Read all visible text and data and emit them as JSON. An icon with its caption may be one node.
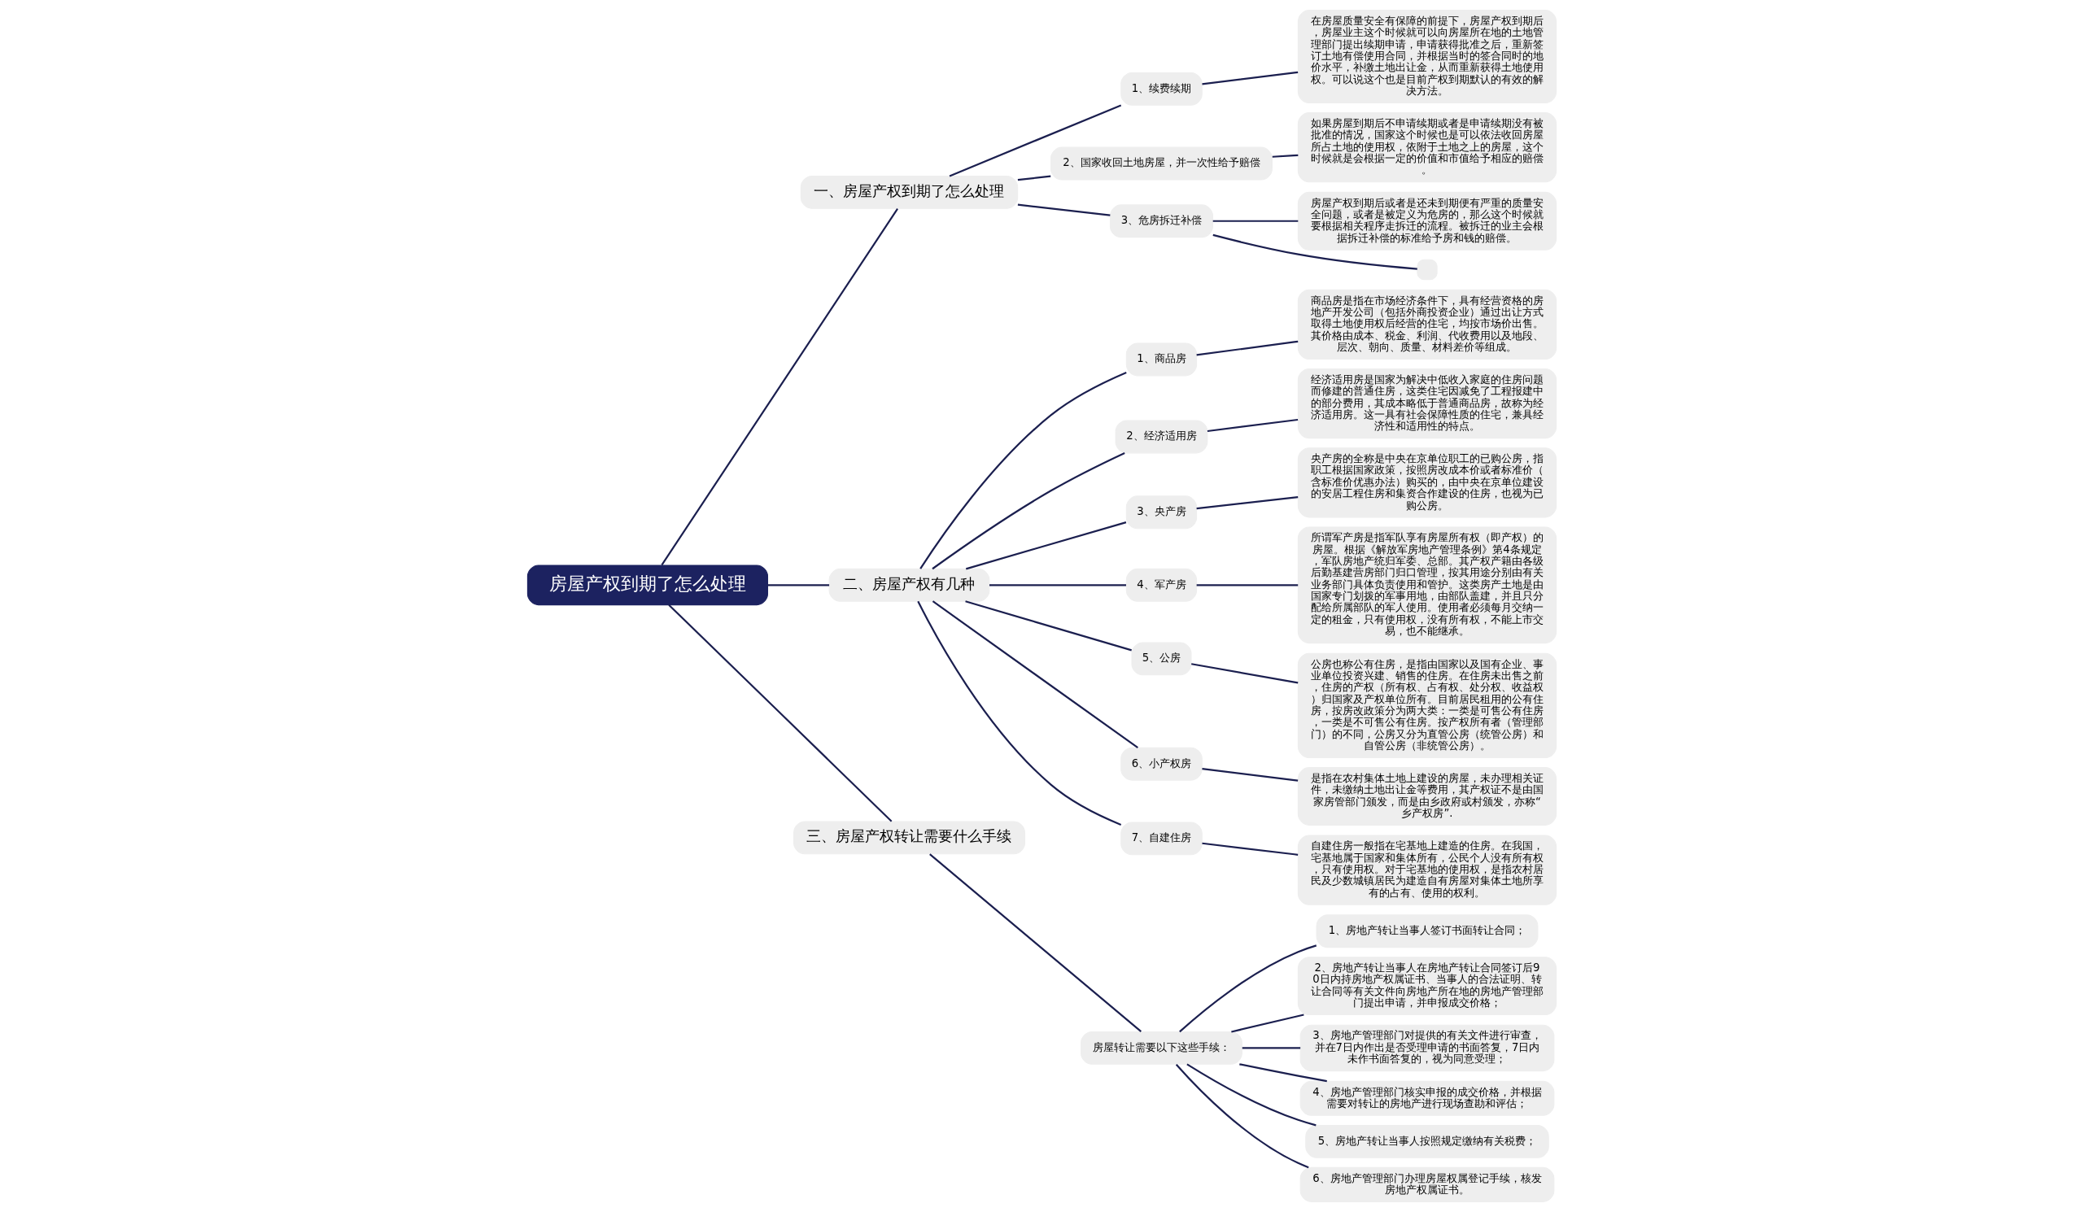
{
  "diagram": {
    "nodes": [
      {
        "text": [
          "房屋产权到期了怎么处理"
        ]
      },
      {
        "text": [
          "一、房屋产权到期了怎么处理"
        ]
      },
      {
        "text": [
          "1、续费续期"
        ]
      },
      {
        "text": [
          "在房屋质量安全有保障的前提下，房屋产权到期后，房屋业主这个时候就可以向房屋所在地的土地管理部门提出续期申请，申请获得批准之后，重新签订土地有偿使用合同，并根据当时的签合同时的地价水平，补缴土地出让金，从而重新获得土地使用权。可以说这个也是目前产权到期默认的有效的解决方法。"
        ]
      },
      {
        "text": [
          "2、国家收回土地房屋，并一次性给予赔偿"
        ]
      },
      {
        "text": [
          "如果房屋到期后不申请续期或者是申请续期没有被批准的情况，国家这个时候也是可以依法收回房屋所占土地的使用权，依附于土地之上的房屋，这个时候就是会根据一定的价值和市值给予相应的赔偿。"
        ]
      },
      {
        "text": [
          "3、危房拆迁补偿"
        ]
      },
      {
        "text": [
          "房屋产权到期后或者是还未到期便有严重的质量安全问题，或者是被定义为危房的，那么这个时候就要根据相关程序走拆迁的流程。被拆迁的业主会根据拆迁补偿的标准给予房和钱的赔偿。"
        ]
      },
      {
        "text": [],
        "shape": "box"
      },
      {
        "text": [
          "二、房屋产权有几种"
        ]
      },
      {
        "text": [
          "1、商品房"
        ]
      },
      {
        "text": [
          "商品房是指在市场经济条件下，具有经营资格的房地产开发公司（包括外商投资企业）通过出让方式取得土地使用权后经营的住宅，均按市场价出售。其价格由成本、税金、利润、代收费用以及地段、层次、朝向、质量、材料差价等组成。"
        ]
      },
      {
        "text": [
          "2、经济适用房"
        ]
      },
      {
        "text": [
          "经济适用房是国家为解决中低收入家庭的住房问题而修建的普通住房，这类住宅因减免了工程报建中的部分费用，其成本略低于普通商品房，故称为经济适用房。这一具有社会保障性质的住宅，兼具经济性和适用性的特点。"
        ]
      },
      {
        "text": [
          "3、央产房"
        ]
      },
      {
        "text": [
          "央产房的全称是中央在京单位职工的已购公房，指职工根据国家政策，按照房改成本价或者标准价（含标准价优惠办法）购买的，由中央在京单位建设的安居工程住房和集资合作建设的住房，也视为已购公房。"
        ]
      },
      {
        "text": [
          "4、军产房"
        ]
      },
      {
        "text": [
          "所谓军产房是指军队享有房屋所有权（即产权）的房屋。根据《解放军房地产管理条例》第4条规定，军队房地产统归军委、总部。其产权产籍由各级后勤基建营房部门归口管理，按其用途分别由有关业务部门具体负责使用和管护。这类房产土地是由国家专门划拨的军事用地，由部队盖建，并且只分配给所属部队的军人使用。使用者必须每月交纳一定的租金，只有使用权，没有所有权，不能上市交易，也不能继承。"
        ]
      },
      {
        "text": [
          "5、公房"
        ]
      },
      {
        "text": [
          "公房也称公有住房，是指由国家以及国有企业、事业单位投资兴建、销售的住房。在住房未出售之前，住房的产权（所有权、占有权、处分权、收益权）归国家及产权单位所有。目前居民租用的公有住房，按房改政策分为两大类：一类是可售公有住房，一类是不可售公有住房。按产权所有者（管理部门）的不同，公房又分为直管公房（统管公房）和自管公房（非统管公房）。"
        ]
      },
      {
        "text": [
          "6、小产权房"
        ]
      },
      {
        "text": [
          "是指在农村集体土地上建设的房屋，未办理相关证件，未缴纳土地出让金等费用，其产权证不是由国家房管部门颁发，而是由乡政府或村颁发，亦称“乡产权房”."
        ]
      },
      {
        "text": [
          "7、自建住房"
        ]
      },
      {
        "text": [
          "自建住房一般指在宅基地上建造的住房。在我国，宅基地属于国家和集体所有，公民个人没有所有权，只有使用权。对于宅基地的使用权，是指农村居民及少数城镇居民为建造自有房屋对集体土地所享有的占有、使用的权利。"
        ]
      },
      {
        "text": [
          "三、房屋产权转让需要什么手续"
        ]
      },
      {
        "text": [
          "房屋转让需要以下这些手续："
        ]
      },
      {
        "text": [
          "1、房地产转让当事人签订书面转让合同；"
        ]
      },
      {
        "text": [
          "2、房地产转让当事人在房地产转让合同签订后90日内持房地产权属证书、当事人的合法证明、转让合同等有关文件向房地产所在地的房地产管理部门提出申请，并申报成交价格；"
        ]
      },
      {
        "text": [
          "3、房地产管理部门对提供的有关文件进行审查，并在7日内作出是否受理申请的书面答复，7日内未作书面答复的，视为同意受理；"
        ]
      },
      {
        "text": [
          "4、房地产管理部门核实申报的成交价格，并根据需要对转让的房地产进行现场查勘和评估；"
        ]
      },
      {
        "text": [
          "5、房地产转让当事人按照规定缴纳有关税费；"
        ]
      },
      {
        "text": [
          "6、房地产管理部门办理房屋权属登记手续，核发房地产权属证书。"
        ]
      }
    ],
    "edges": [
      {
        "from": 0,
        "to": 1,
        "arrow": "none"
      },
      {
        "from": 1,
        "to": 2,
        "arrow": "none"
      },
      {
        "from": 2,
        "to": 3,
        "arrow": "none"
      },
      {
        "from": 1,
        "to": 4,
        "arrow": "none"
      },
      {
        "from": 4,
        "to": 5,
        "arrow": "none"
      },
      {
        "from": 1,
        "to": 6,
        "arrow": "none"
      },
      {
        "from": 6,
        "to": 7,
        "arrow": "none"
      },
      {
        "from": 6,
        "to": 8,
        "arrow": "none"
      },
      {
        "from": 0,
        "to": 9,
        "arrow": "none"
      },
      {
        "from": 9,
        "to": 10,
        "arrow": "none"
      },
      {
        "from": 10,
        "to": 11,
        "arrow": "none"
      },
      {
        "from": 9,
        "to": 12,
        "arrow": "none"
      },
      {
        "from": 12,
        "to": 13,
        "arrow": "none"
      },
      {
        "from": 9,
        "to": 14,
        "arrow": "none"
      },
      {
        "from": 14,
        "to": 15,
        "arrow": "none"
      },
      {
        "from": 9,
        "to": 16,
        "arrow": "none"
      },
      {
        "from": 16,
        "to": 17,
        "arrow": "none"
      },
      {
        "from": 9,
        "to": 18,
        "arrow": "none"
      },
      {
        "from": 18,
        "to": 19,
        "arrow": "none"
      },
      {
        "from": 9,
        "to": 20,
        "arrow": "none"
      },
      {
        "from": 20,
        "to": 21,
        "arrow": "none"
      },
      {
        "from": 9,
        "to": 22,
        "arrow": "none"
      },
      {
        "from": 22,
        "to": 23,
        "arrow": "none"
      },
      {
        "from": 0,
        "to": 24,
        "arrow": "none"
      },
      {
        "from": 24,
        "to": 25,
        "arrow": "none"
      },
      {
        "from": 25,
        "to": 26,
        "arrow": "none"
      },
      {
        "from": 25,
        "to": 27,
        "arrow": "none"
      },
      {
        "from": 25,
        "to": 28,
        "arrow": "none"
      },
      {
        "from": 25,
        "to": 29,
        "arrow": "none"
      },
      {
        "from": 25,
        "to": 30,
        "arrow": "none"
      },
      {
        "from": 25,
        "to": 31,
        "arrow": "none"
      }
    ]
  }
}
